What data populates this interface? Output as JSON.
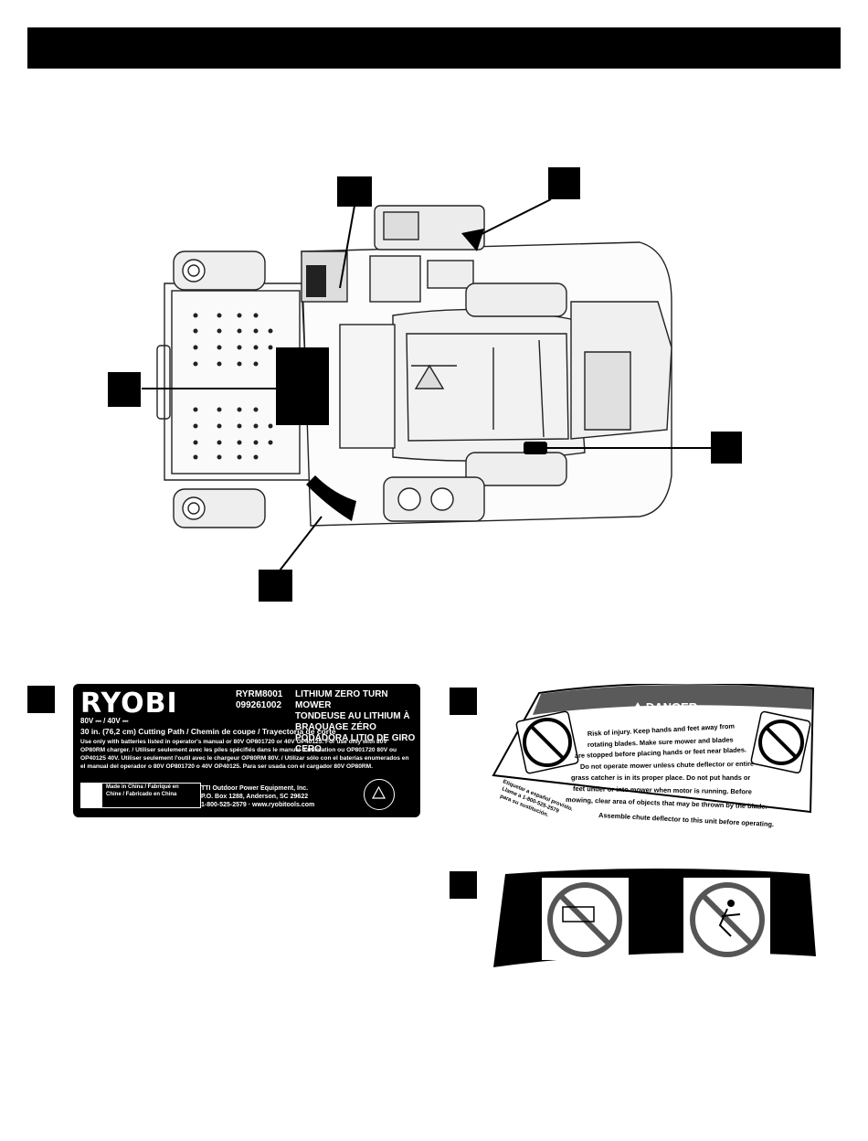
{
  "label_ryobi": {
    "brand": "RYOBI",
    "model_number": "RYRM8001",
    "part_number": "099261002",
    "title_en": "LITHIUM ZERO TURN MOWER",
    "title_fr": "TONDEUSE AU LITHIUM À BRAQUAGE ZÉRO",
    "title_es": "PODADORA LITIO DE GIRO CERO",
    "voltage": "80V ⎓ / 40V ⎓",
    "cutting_path": "30 in. (76,2 cm) Cutting Path / Chemin de coupe / Trayectoria de corte",
    "usage_text": "Use only with batteries listed in operator's manual or 80V OP801720 or 40V OP40125. For use only with 80V OP80RM charger. / Utiliser seulement avec les piles spécifiés dans le manuel d'utilisation ou OP801720 80V ou OP40125 40V. Utiliser seulement l'outil avec le chargeur OP80RM 80V. / Utilizar sólo con el baterías enumerados en el manual del operador o 80V OP801720 o 40V OP40125. Para ser usada con el cargador 80V OP80RM.",
    "made_in_1": "Made in China / Fabriqué en",
    "made_in_2": "Chine / Fabricado en China",
    "company": "TTI Outdoor Power Equipment, Inc.",
    "address": "P.O. Box 1288, Anderson, SC 29622",
    "phone_web": "1-800-525-2579 · www.ryobitools.com"
  },
  "label_danger": {
    "header": "DANGER",
    "line1": "Risk of injury. Keep hands and feet away from",
    "line2": "rotating blades. Make sure mower and blades",
    "line3": "are stopped before placing hands or feet near blades.",
    "line4": "Do not operate mower unless chute deflector or entire",
    "line5": "grass catcher is in its proper place. Do not put hands or",
    "line6": "feet under or into mower when motor is running. Before",
    "line7": "mowing, clear area of objects that may be thrown by the blade.",
    "bottom": "Assemble chute deflector to this unit before operating.",
    "spanish1": "Etiquetar a español provisto.",
    "spanish2": "Llame a 1-800-525-2579",
    "spanish3": "para su sustitución."
  },
  "colors": {
    "black": "#000000",
    "gray_band": "#5a5a5a",
    "stroke": "#222222",
    "light_gray": "#cfcfcf"
  }
}
